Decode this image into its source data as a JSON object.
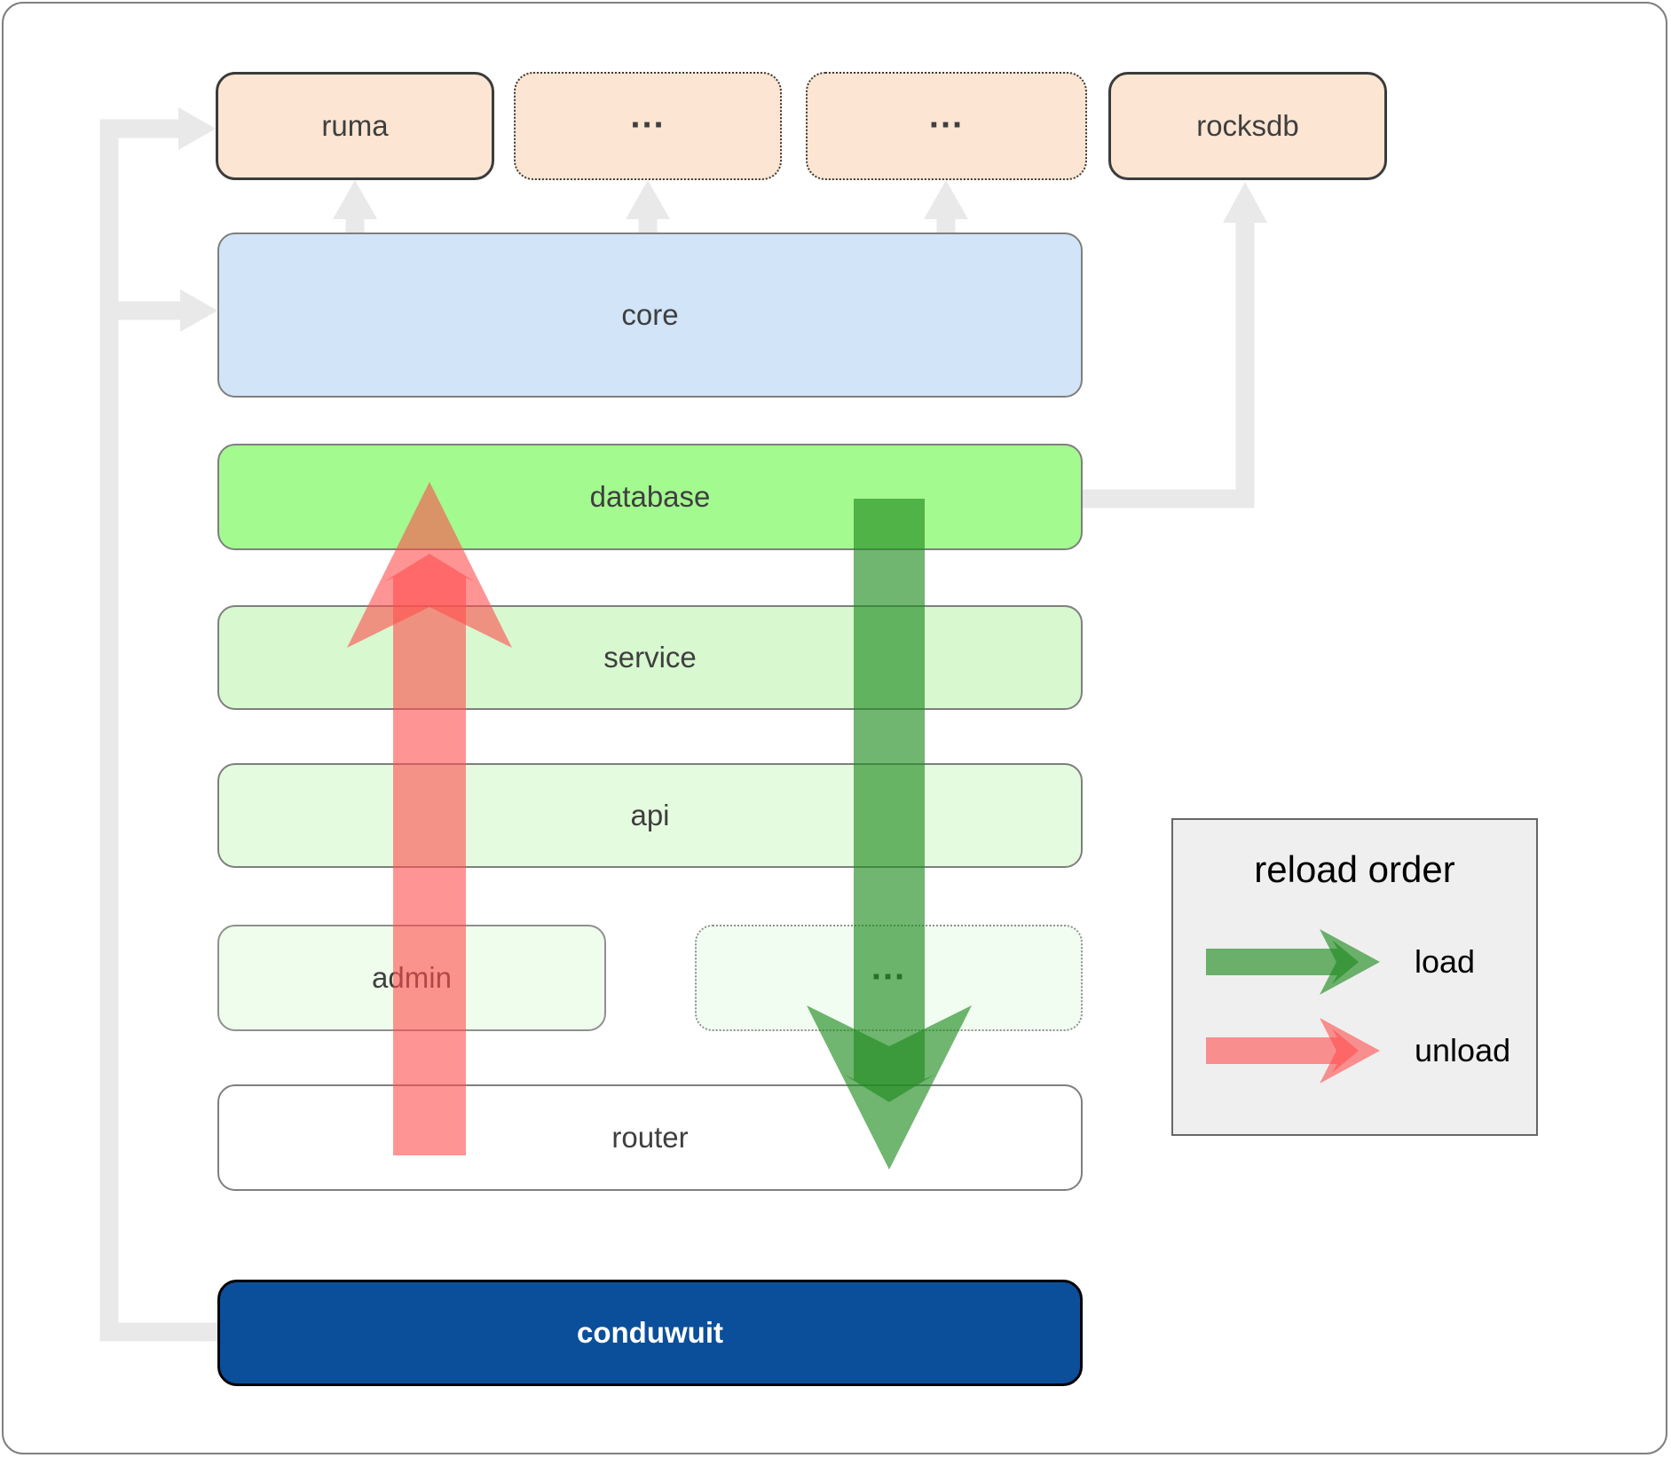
{
  "nodes": {
    "ruma": {
      "label": "ruma"
    },
    "external_top_left": {
      "label": "..."
    },
    "external_top_right": {
      "label": "..."
    },
    "rocksdb": {
      "label": "rocksdb"
    },
    "core": {
      "label": "core"
    },
    "database": {
      "label": "database"
    },
    "service": {
      "label": "service"
    },
    "api": {
      "label": "api"
    },
    "admin": {
      "label": "admin"
    },
    "other_modules": {
      "label": "..."
    },
    "router": {
      "label": "router"
    },
    "conduwuit": {
      "label": "conduwuit"
    }
  },
  "legend": {
    "title": "reload order",
    "items": [
      {
        "label": "load",
        "color": "#209020"
      },
      {
        "label": "unload",
        "color": "#ff4d4d"
      }
    ]
  },
  "colors": {
    "peach_box": "#fce5d2",
    "core_box": "#d2e4f7",
    "database_box": "#a3fa8f",
    "service_box": "#d8f8d0",
    "api_box": "#e5fbdf",
    "admin_box": "#effdec",
    "other_box": "#f2fdf1",
    "router_box": "#ffffff",
    "conduwuit_box": "#0b4f9b",
    "connector": "#e9e9e9",
    "load_arrow": "#209020",
    "unload_arrow": "#ff4d4d",
    "legend_background": "#efefef"
  }
}
